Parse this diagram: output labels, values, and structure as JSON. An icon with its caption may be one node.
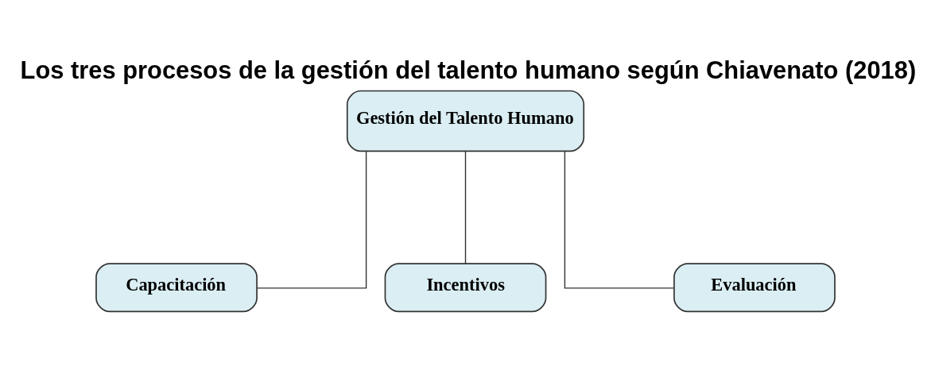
{
  "diagram": {
    "title": "Los tres procesos de la gestión del talento humano según Chiavenato (2018)",
    "nodes": [
      {
        "text": [
          "Gestión del Talento Humano"
        ]
      },
      {
        "text": [
          "Capacitación"
        ]
      },
      {
        "text": [
          "Incentivos"
        ]
      },
      {
        "text": [
          "Evaluación"
        ]
      }
    ],
    "edges": [
      {
        "from": 0,
        "to": 1,
        "arrow": "none"
      },
      {
        "from": 0,
        "to": 2,
        "arrow": "none"
      },
      {
        "from": 0,
        "to": 3,
        "arrow": "none"
      }
    ]
  }
}
